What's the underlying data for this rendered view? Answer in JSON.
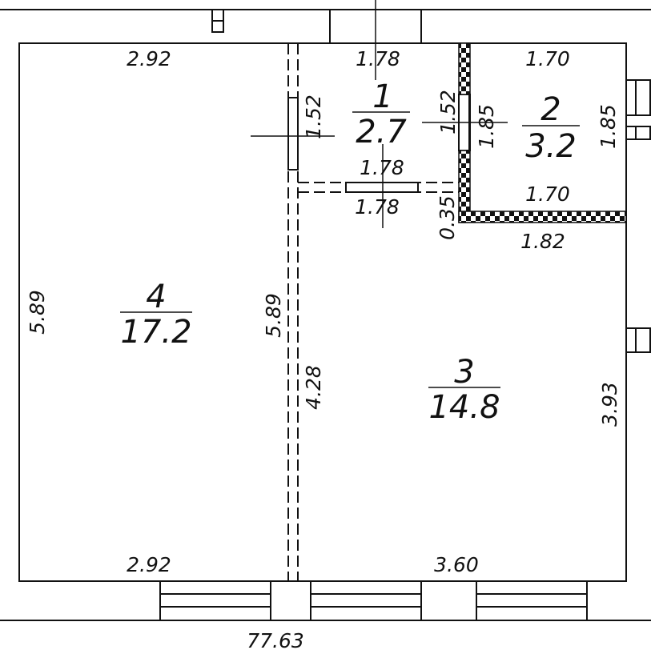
{
  "plan": {
    "colors": {
      "line": "#111111",
      "background": "#ffffff"
    },
    "total_label": "77.63",
    "rooms": [
      {
        "number": "1",
        "area": "2.7"
      },
      {
        "number": "2",
        "area": "3.2"
      },
      {
        "number": "3",
        "area": "14.8"
      },
      {
        "number": "4",
        "area": "17.2"
      }
    ],
    "dimensions": {
      "r4_top": "2.92",
      "r4_bottom": "2.92",
      "r4_left": "5.89",
      "r4_right": "5.89",
      "r1_top": "1.78",
      "r1_left": "1.52",
      "r1_right": "1.52",
      "r1_bottom_inner": "1.78",
      "r1_bottom_outer": "1.78",
      "r2_top": "1.70",
      "r2_left": "1.85",
      "r2_right": "1.85",
      "r2_bottom": "1.70",
      "step": "0.35",
      "r3_top": "1.82",
      "r3_left": "4.28",
      "r3_right": "3.93",
      "r3_bottom": "3.60"
    }
  }
}
